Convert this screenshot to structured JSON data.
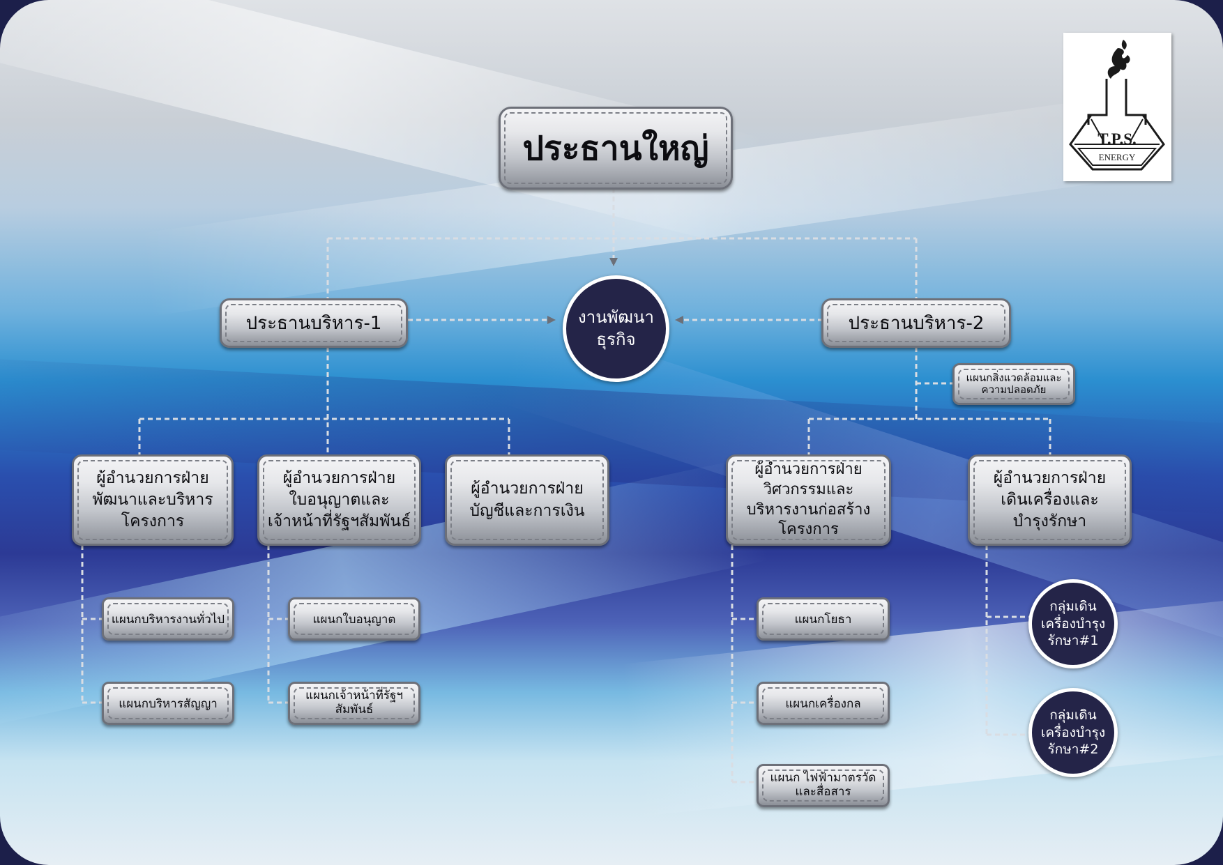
{
  "chairman": "ประธานใหญ่",
  "business_development": "งานพัฒนา\nธุรกิจ",
  "executive_1": "ประธานบริหาร-1",
  "executive_2": "ประธานบริหาร-2",
  "env_safety_dept": "แผนกสิ่งแวดล้อมและ\nความปลอดภัย",
  "directors": {
    "project_dev": "ผู้อำนวยการฝ่าย\nพัฒนาและบริหาร\nโครงการ",
    "license": "ผู้อำนวยการฝ่าย\nใบอนุญาตและ\nเจ้าหน้าที่รัฐฯสัมพันธ์",
    "accounting": "ผู้อำนวยการฝ่าย\nบัญชีและการเงิน",
    "engineering": "ผู้อำนวยการฝ่าย\nวิศวกรรมและ\nบริหารงานก่อสร้าง\nโครงการ",
    "operations": "ผู้อำนวยการฝ่าย\nเดินเครื่องและ\nบำรุงรักษา"
  },
  "departments": {
    "general_admin": "แผนกบริหารงานทั่วไป",
    "contract_admin": "แผนกบริหารสัญญา",
    "license_dept": "แผนกใบอนุญาต",
    "gov_relations": "แผนกเจ้าหน้าที่รัฐฯ\nสัมพันธ์",
    "civil": "แผนกโยธา",
    "mechanical": "แผนกเครื่องกล",
    "electrical": "แผนก ไฟฟ้ามาตรวัด\nและสื่อสาร"
  },
  "groups": {
    "om_1": "กลุ่มเดิน\nเครื่องบำรุง\nรักษา#1",
    "om_2": "กลุ่มเดิน\nเครื่องบำรุง\nรักษา#2"
  },
  "logo": {
    "text": "T.P.S.",
    "subtext": "ENERGY"
  },
  "colors": {
    "circle_fill": "#242448",
    "connector": "#d9dde3"
  }
}
